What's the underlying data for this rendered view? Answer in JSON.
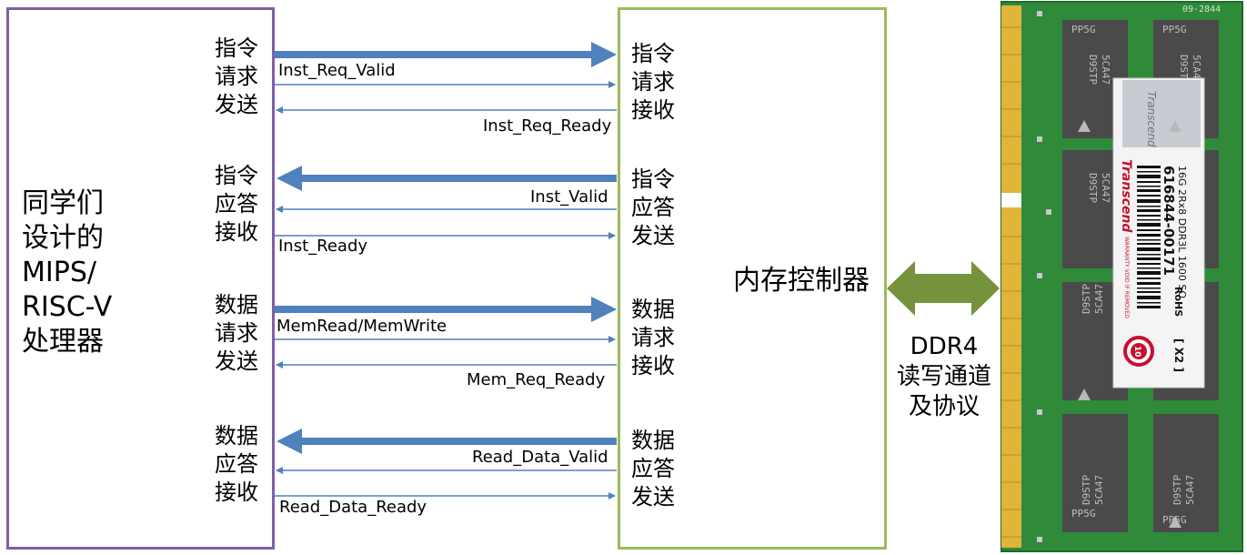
{
  "cpu": {
    "title": "同学们\n设计的\nMIPS/\nRISC-V\n处理器"
  },
  "controller": {
    "title": "内存控制器"
  },
  "ddr": {
    "label": "DDR4\n读写通道\n及协议"
  },
  "groups": [
    {
      "left_label": "指令\n请求\n发送",
      "right_label": "指令\n请求\n接收",
      "signals": [
        "Inst_Req_Valid",
        "Inst_Req_Ready"
      ]
    },
    {
      "left_label": "指令\n应答\n接收",
      "right_label": "指令\n应答\n发送",
      "signals": [
        "Inst_Valid",
        "Inst_Ready"
      ]
    },
    {
      "left_label": "数据\n请求\n发送",
      "right_label": "数据\n请求\n接收",
      "signals": [
        "MemRead/MemWrite",
        "Mem_Req_Ready"
      ]
    },
    {
      "left_label": "数据\n应答\n接收",
      "right_label": "数据\n应答\n发送",
      "signals": [
        "Read_Data_Valid",
        "Read_Data_Ready"
      ]
    }
  ],
  "memory_module": {
    "brand": "Transcend",
    "part_line_1": "16G 2Rx8 DDR3L 1600 SO",
    "part_number": "616844-00171",
    "rohs": "RoHS",
    "quantity": "[ X2 ]",
    "warranty": "WARRANTY VOID IF REMOVED",
    "chip_code_a": "5CA47",
    "chip_code_b": "D9STP",
    "chip_code_c": "PP5G",
    "corner_code": "09-2844",
    "seal_badge": "10",
    "colors": {
      "pcb": "#2f8a3a",
      "chip": "#4a4a4a",
      "gold": "#e0b53a"
    }
  },
  "colors": {
    "cpu_border": "#7e5fa8",
    "controller_border": "#9bbb59",
    "arrow": "#4f81bd",
    "ddr_arrow": "#76923c"
  }
}
